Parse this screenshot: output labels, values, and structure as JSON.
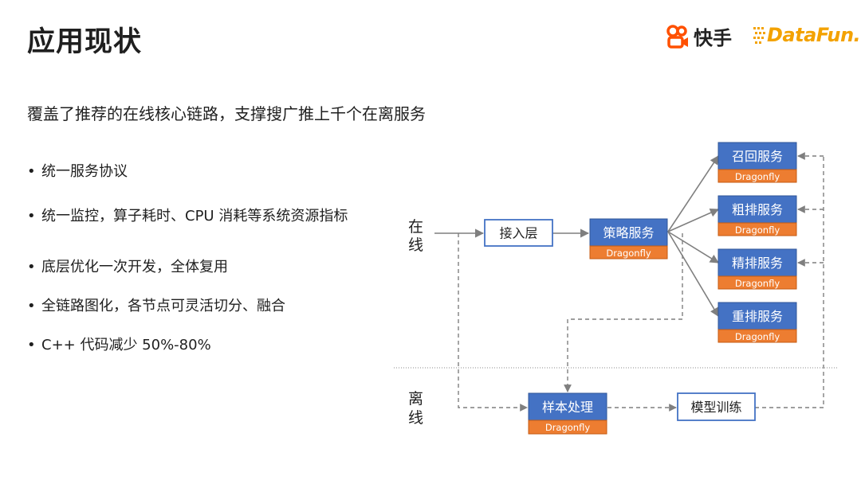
{
  "page_title": "应用现状",
  "logos": {
    "kuaishou_text": "快手",
    "datafun_text": "DataFun."
  },
  "subtitle": "覆盖了推荐的在线核心链路，支撑搜广推上千个在离服务",
  "bullets": [
    "统一服务协议",
    "统一监控，算子耗时、CPU 消耗等系统资源指标",
    "底层优化一次开发，全体复用",
    "全链路图化，各节点可灵活切分、融合",
    "C++ 代码减少 50%-80%"
  ],
  "diagram": {
    "online_label": [
      "在",
      "线"
    ],
    "offline_label": [
      "离",
      "线"
    ],
    "access_layer": "接入层",
    "strategy_service": "策略服务",
    "recall_service": "召回服务",
    "coarse_rank_service": "粗排服务",
    "fine_rank_service": "精排服务",
    "rerank_service": "重排服务",
    "sample_processing": "样本处理",
    "model_training": "模型训练",
    "framework_tag": "Dragonfly"
  },
  "colors": {
    "blue": "#4472c4",
    "orange": "#ed7d31",
    "arrow": "#7f7f7f",
    "brand_orange": "#f3a200",
    "kuaishou_orange": "#ff5000"
  }
}
